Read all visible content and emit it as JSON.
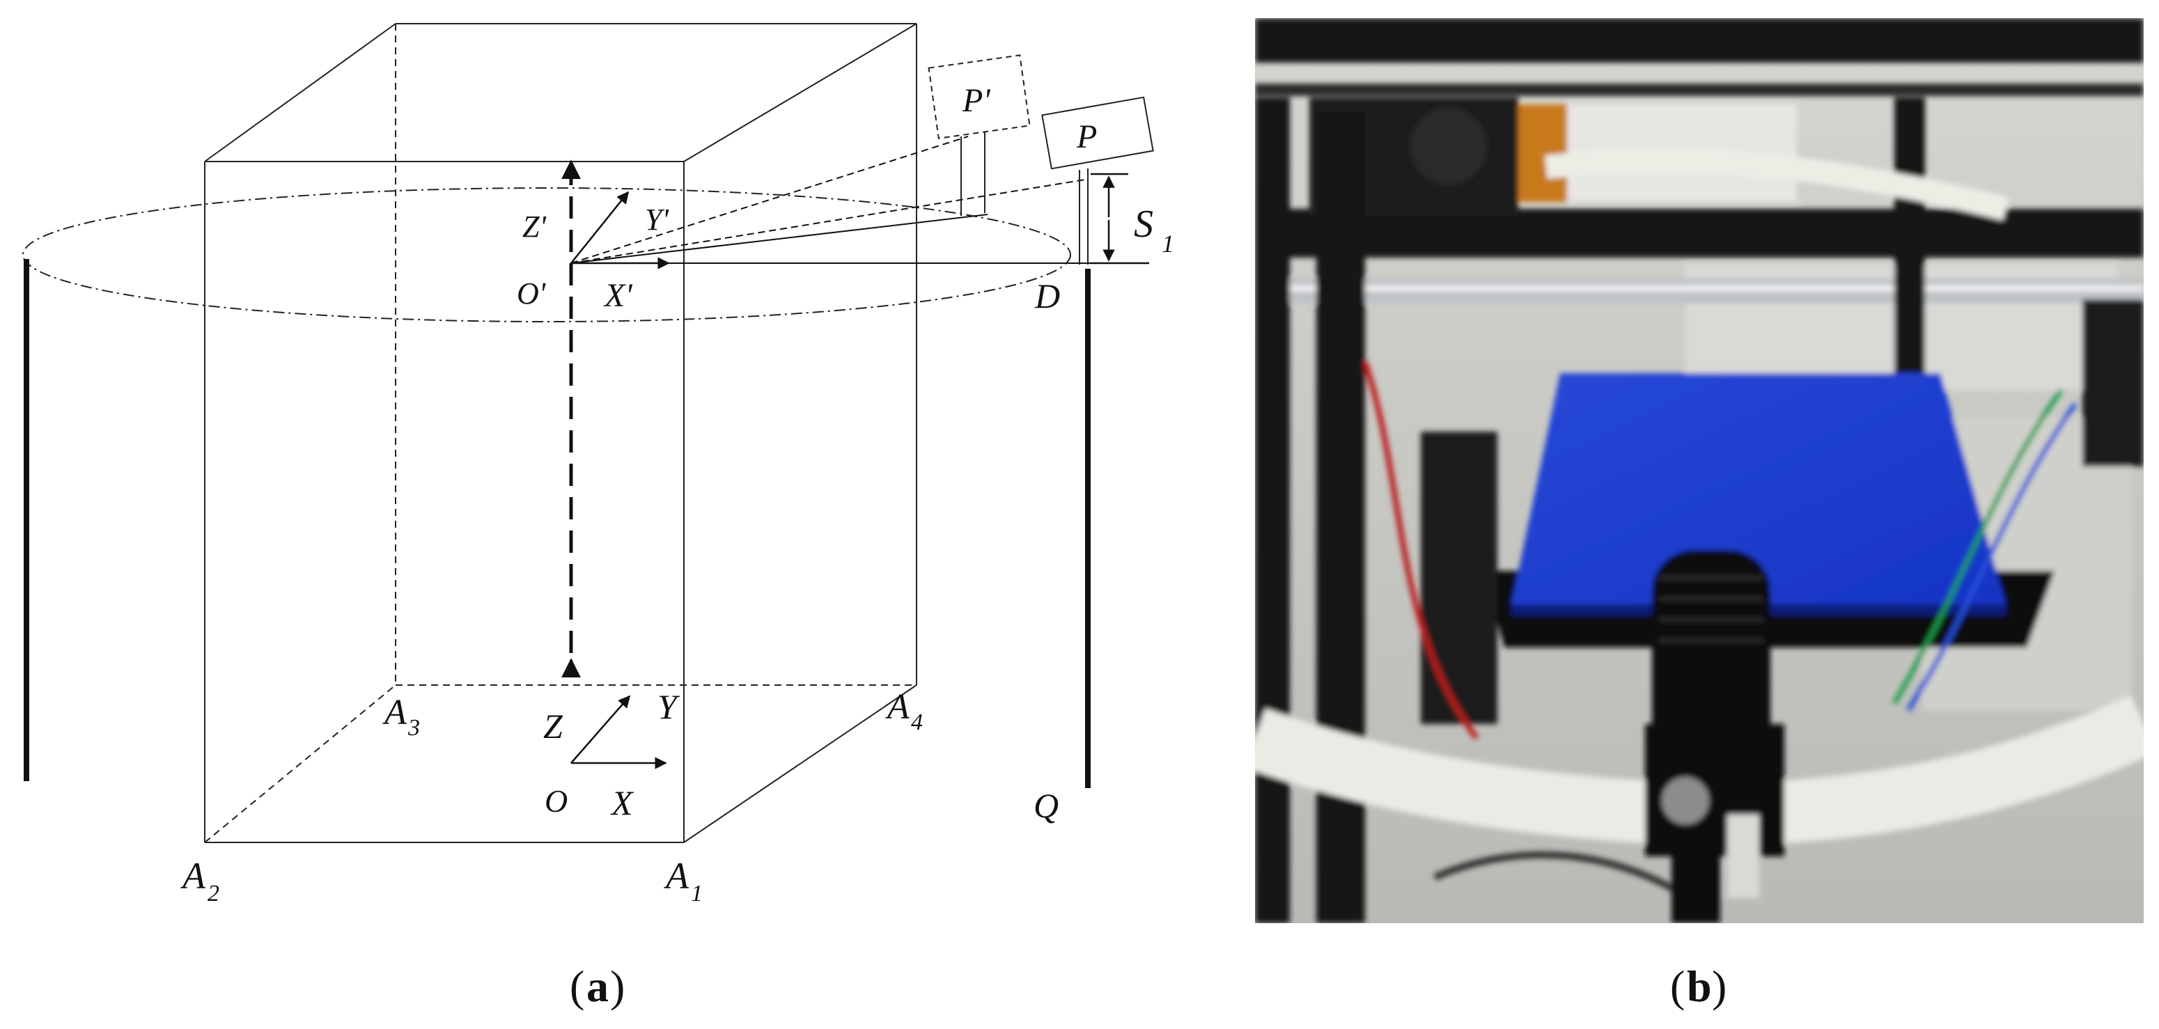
{
  "panel_a": {
    "labels": {
      "P_prime": "P'",
      "P": "P",
      "S": "S",
      "S_sub": "1",
      "Z_prime": "Z'",
      "Y_prime": "Y'",
      "O_prime": "O'",
      "X_prime": "X'",
      "D": "D",
      "A3": "A",
      "A3_sub": "3",
      "A4": "A",
      "A4_sub": "4",
      "Z": "Z",
      "Y": "Y",
      "O": "O",
      "X": "X",
      "Q": "Q",
      "A2": "A",
      "A2_sub": "2",
      "A1": "A",
      "A1_sub": "1"
    }
  },
  "captions": {
    "a_open": "(",
    "a_letter": "a",
    "a_close": ")",
    "b_open": "(",
    "b_letter": "b",
    "b_close": ")"
  },
  "colors": {
    "line": "#222222",
    "pad_blue": "#1f3fd0",
    "frame_black": "#151515",
    "tube": "#e8ece4",
    "background_room": "#c9c9c4"
  }
}
